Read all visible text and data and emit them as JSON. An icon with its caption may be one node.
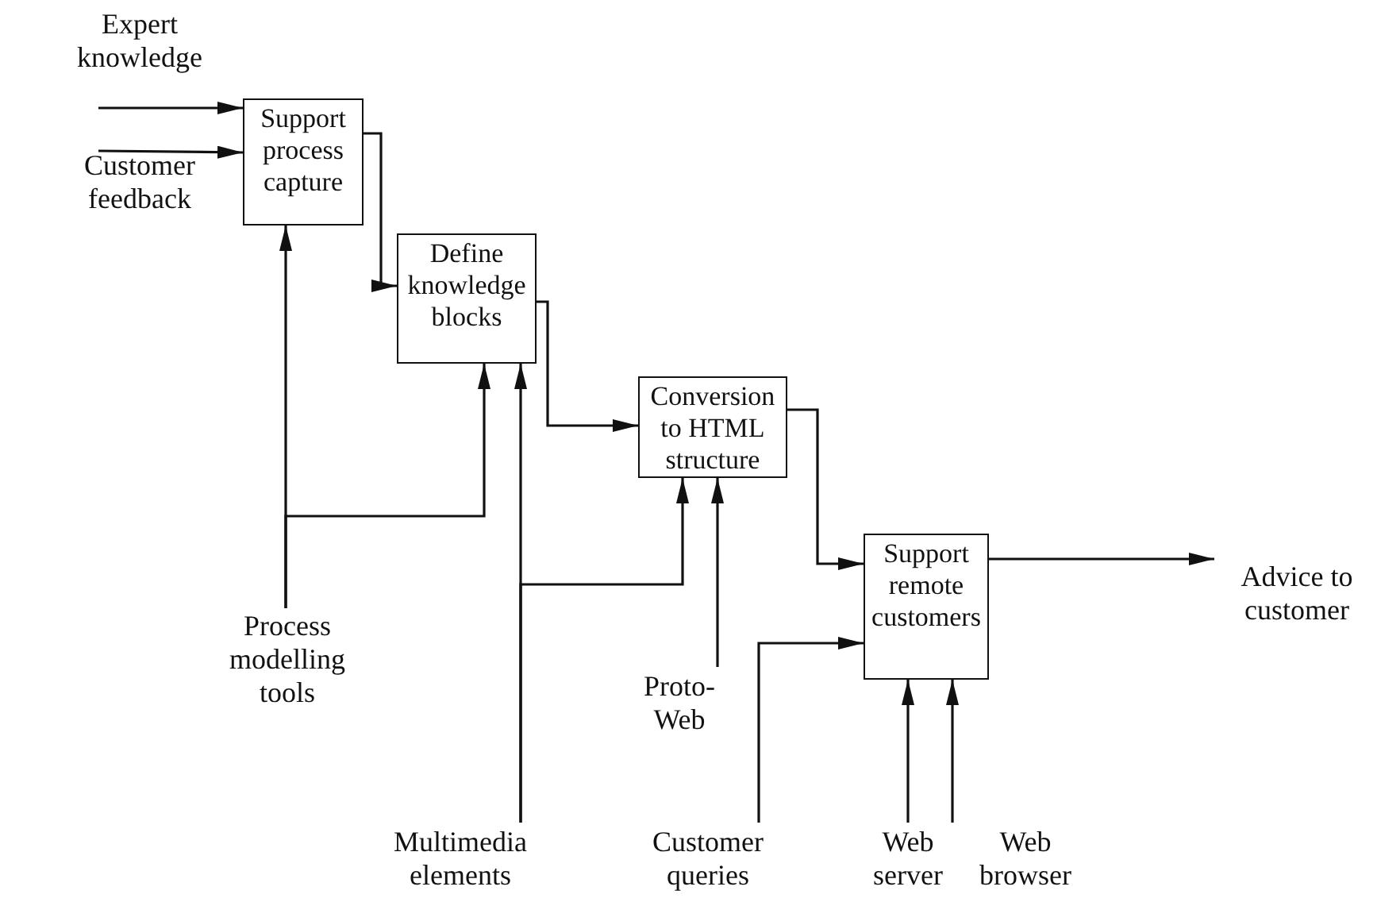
{
  "diagram": {
    "nodes": [
      {
        "text": [
          "Expert knowledge"
        ]
      },
      {
        "text": [
          "Customer feedback"
        ]
      },
      {
        "text": [
          "Support process capture"
        ]
      },
      {
        "text": [
          "Define knowledge blocks"
        ]
      },
      {
        "text": [
          "Conversion to HTML structure"
        ]
      },
      {
        "text": [
          "Support remote customers"
        ]
      },
      {
        "text": [
          "Advice to customer"
        ]
      },
      {
        "text": [
          "Process modelling tools"
        ]
      },
      {
        "text": [
          "Multimedia elements"
        ]
      },
      {
        "text": [
          "Proto-Web"
        ]
      },
      {
        "text": [
          "Customer queries"
        ]
      },
      {
        "text": [
          "Web server"
        ]
      },
      {
        "text": [
          "Web browser"
        ]
      }
    ],
    "edges": [
      {
        "from": 0,
        "to": 2,
        "arrow": "to"
      },
      {
        "from": 1,
        "to": 2,
        "arrow": "to"
      },
      {
        "from": 2,
        "to": 3,
        "arrow": "to"
      },
      {
        "from": 3,
        "to": 4,
        "arrow": "to"
      },
      {
        "from": 4,
        "to": 5,
        "arrow": "to"
      },
      {
        "from": 5,
        "to": 6,
        "arrow": "to"
      },
      {
        "from": 7,
        "to": 2,
        "arrow": "to"
      },
      {
        "from": 7,
        "to": 3,
        "arrow": "to"
      },
      {
        "from": 8,
        "to": 3,
        "arrow": "to"
      },
      {
        "from": 8,
        "to": 4,
        "arrow": "to"
      },
      {
        "from": 9,
        "to": 4,
        "arrow": "to"
      },
      {
        "from": 10,
        "to": 5,
        "arrow": "to"
      },
      {
        "from": 11,
        "to": 5,
        "arrow": "to"
      },
      {
        "from": 12,
        "to": 5,
        "arrow": "to"
      }
    ]
  }
}
